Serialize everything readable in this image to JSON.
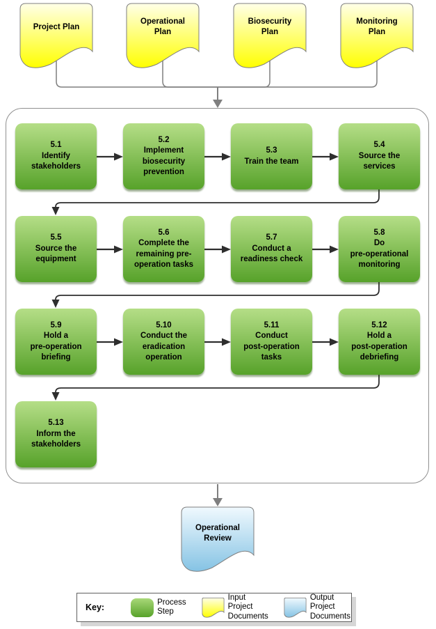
{
  "input_documents": [
    {
      "label": "Project Plan"
    },
    {
      "label": "Operational\nPlan"
    },
    {
      "label": "Biosecurity\nPlan"
    },
    {
      "label": "Monitoring\nPlan"
    }
  ],
  "process_steps": [
    {
      "number": "5.1",
      "label": "Identify\nstakeholders"
    },
    {
      "number": "5.2",
      "label": "Implement\nbiosecurity\nprevention"
    },
    {
      "number": "5.3",
      "label": "Train the team"
    },
    {
      "number": "5.4",
      "label": "Source the\nservices"
    },
    {
      "number": "5.5",
      "label": "Source the\nequipment"
    },
    {
      "number": "5.6",
      "label": "Complete the\nremaining pre-\noperation tasks"
    },
    {
      "number": "5.7",
      "label": "Conduct a\nreadiness check"
    },
    {
      "number": "5.8",
      "label": "Do\npre-operational\nmonitoring"
    },
    {
      "number": "5.9",
      "label": "Hold a\npre-operation\nbriefing"
    },
    {
      "number": "5.10",
      "label": "Conduct the\neradication\noperation"
    },
    {
      "number": "5.11",
      "label": "Conduct\npost-operation\ntasks"
    },
    {
      "number": "5.12",
      "label": "Hold a\npost-operation\ndebriefing"
    },
    {
      "number": "5.13",
      "label": "Inform the\nstakeholders"
    }
  ],
  "output_document": {
    "label": "Operational\nReview"
  },
  "legend": {
    "title": "Key:",
    "items": [
      {
        "swatch": "process-step",
        "label": "Process\nStep"
      },
      {
        "swatch": "input-document",
        "label": "Input Project\nDocuments"
      },
      {
        "swatch": "output-document",
        "label": "Output Project\nDocuments"
      }
    ]
  },
  "colors": {
    "process_top": "#b5de87",
    "process_bottom": "#57a22a",
    "input_top": "#ffffe8",
    "input_bottom": "#ffff00",
    "output_top": "#f0f9fe",
    "output_bottom": "#85c3e4",
    "connector_gray": "#7f7f7f",
    "arrow_black": "#2e2e2e"
  }
}
